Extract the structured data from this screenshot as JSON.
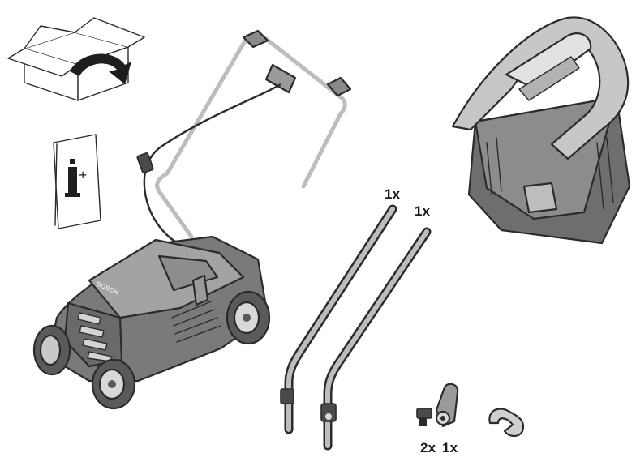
{
  "illustration": {
    "quantities": {
      "handle_left": "1x",
      "handle_right": "1x",
      "clamp_screws": "2x",
      "cable_clip": "1x"
    },
    "parts": [
      "packaging-box",
      "instruction-manual",
      "lawnmower-with-upper-handle",
      "lower-handle-left",
      "lower-handle-right",
      "grass-box",
      "handle-clamp-screws",
      "cable-clip"
    ],
    "colors": {
      "outline": "#2b2b2b",
      "body_dark": "#6d6d6d",
      "body_mid": "#9a9a9a",
      "body_light": "#cfcfcf",
      "paper": "#ffffff"
    }
  }
}
